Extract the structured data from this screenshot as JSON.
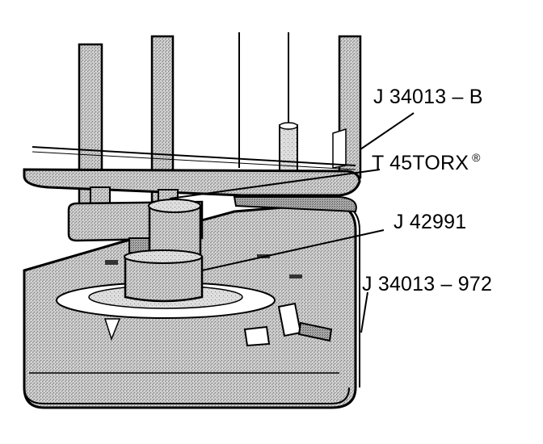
{
  "callouts": {
    "tool_top": "J 34013 – B",
    "bit": "T 45TORX",
    "bit_mark": "®",
    "adapter": "J 42991",
    "fixture": "J 34013 – 972"
  },
  "colors": {
    "ink": "#000000",
    "paper": "#ffffff",
    "stipple": "#b8b8b8",
    "stipple_dark": "#8a8a8a"
  }
}
